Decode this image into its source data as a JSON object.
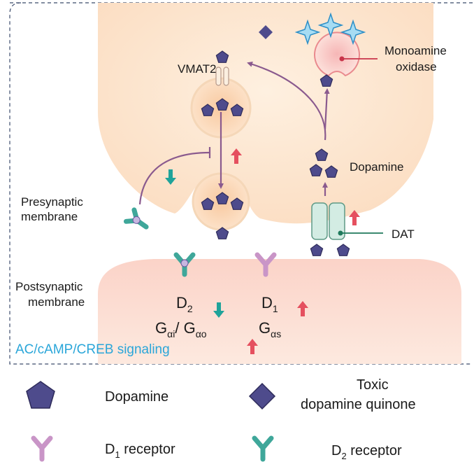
{
  "labels": {
    "vmat2": "VMAT2",
    "monoamine_line1": "Monoamine",
    "monoamine_line2": "oxidase",
    "dopamine": "Dopamine",
    "dat": "DAT",
    "presynaptic_line1": "Presynaptic",
    "presynaptic_line2": "membrane",
    "postsynaptic_line1": "Postsynaptic",
    "postsynaptic_line2": "membrane",
    "d2_main": "D",
    "d2_sub": "2",
    "g_i_main": "G",
    "g_i_sub": "αi",
    "g_slash": "/ G",
    "g_o_sub": "αo",
    "d1_main": "D",
    "d1_sub": "1",
    "g_s_main": "G",
    "g_s_sub": "αs",
    "signaling": "AC/cAMP/CREB signaling"
  },
  "legend": {
    "dopamine": "Dopamine",
    "quinone_line1": "Toxic",
    "quinone_line2": "dopamine quinone",
    "d1_receptor_pre": "D",
    "d1_receptor_sub": "1",
    "d1_receptor_post": " receptor",
    "d2_receptor_pre": "D",
    "d2_receptor_sub": "2",
    "d2_receptor_post": " receptor"
  },
  "colors": {
    "presynaptic_fill": "#fde6cf",
    "postsynaptic_fill": "#fbd9cf",
    "dopamine_fill": "#4e4b8c",
    "arrow_purple": "#8a5a8e",
    "arrow_up_red": "#e5505f",
    "arrow_down_teal": "#1fa39a",
    "d1_receptor": "#c995c7",
    "d2_receptor": "#3fa79a",
    "mao_red": "#e0485e",
    "quinone_star": "#8fd0ee",
    "signaling_blue": "#2aa6d9"
  }
}
